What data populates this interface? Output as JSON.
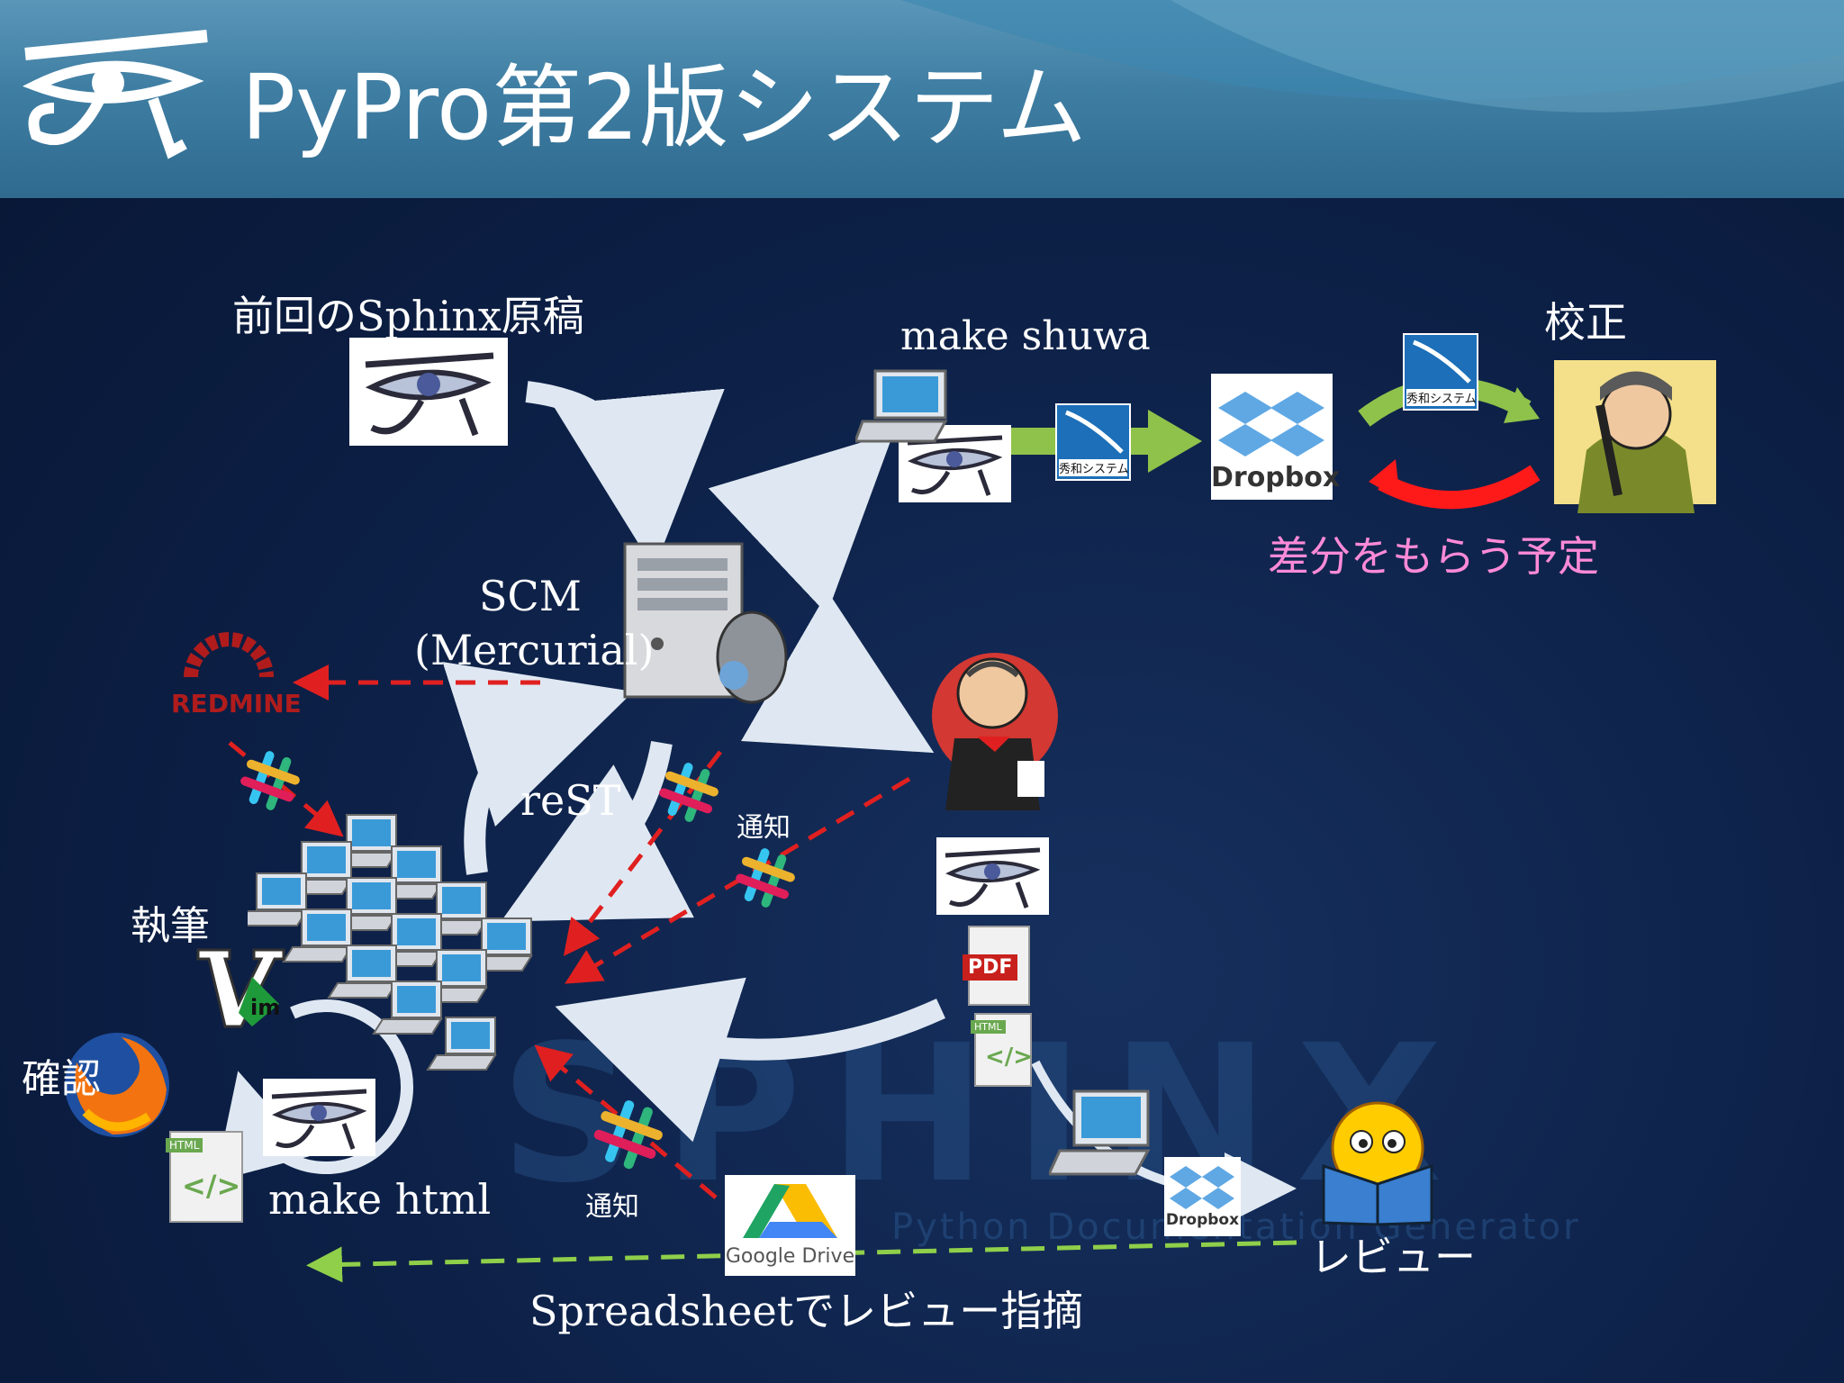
{
  "title": "PyPro第2版システム",
  "labels": {
    "previous_manuscript": "前回のSphinx原稿",
    "make_shuwa": "make shuwa",
    "proofreading": "校正",
    "diff_plan": "差分をもらう予定",
    "scm_line1": "SCM",
    "scm_line2": "(Mercurial)",
    "rest": "reST",
    "notify_1": "通知",
    "notify_2": "通知",
    "writing": "執筆",
    "confirm": "確認",
    "make_html": "make html",
    "review": "レビュー",
    "spreadsheet_review": "Spreadsheetでレビュー指摘"
  },
  "logos": {
    "dropbox_large": "Dropbox",
    "dropbox_small": "Dropbox",
    "redmine": "REDMINE",
    "google_drive": "Google Drive",
    "pdf": "PDF",
    "html_1": "HTML",
    "html_2": "HTML",
    "shuwa_1": "秀和システム",
    "shuwa_2": "秀和システム",
    "vim": "im",
    "sphinx_watermark": "SPHINX",
    "sphinx_tagline": "Python Documentation Generator"
  },
  "colors": {
    "header": "#3f7ea3",
    "background": "#0c1f45",
    "diff_text": "#ff8ad8",
    "red_dashed": "#e02020",
    "green_dashed": "#8fcf4a",
    "green_arrow": "#8fc24a"
  }
}
